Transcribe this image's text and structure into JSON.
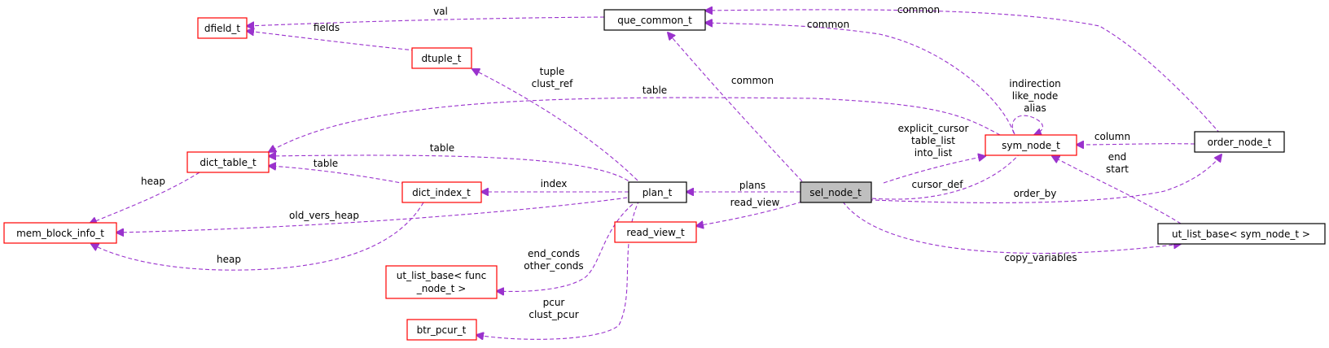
{
  "colors": {
    "edge": "#9a32cd",
    "incomplete_border": "#ff0000",
    "complete_border": "#000000",
    "focus_fill": "#bfbfbf"
  },
  "nodes": {
    "que_common_t": "que_common_t",
    "dfield_t": "dfield_t",
    "dtuple_t": "dtuple_t",
    "dict_table_t": "dict_table_t",
    "dict_index_t": "dict_index_t",
    "plan_t": "plan_t",
    "sel_node_t": "sel_node_t",
    "sym_node_t": "sym_node_t",
    "order_node_t": "order_node_t",
    "mem_block_info_t": "mem_block_info_t",
    "read_view_t": "read_view_t",
    "ut_list_base_sym": "ut_list_base< sym_node_t >",
    "ut_list_base_func_line1": "ut_list_base< func",
    "ut_list_base_func_line2": "_node_t >",
    "btr_pcur_t": "btr_pcur_t"
  },
  "edges": {
    "val": "val",
    "fields": "fields",
    "common_order": "common",
    "common_sym": "common",
    "common_sel": "common",
    "tuple": "tuple",
    "clust_ref": "clust_ref",
    "table_sym": "table",
    "table_plan": "table",
    "table_index": "table",
    "heap_table": "heap",
    "heap_index": "heap",
    "old_vers_heap": "old_vers_heap",
    "index": "index",
    "plans": "plans",
    "read_view": "read_view",
    "explicit_cursor": "explicit_cursor",
    "table_list": "table_list",
    "into_list": "into_list",
    "cursor_def": "cursor_def",
    "indirection": "indirection",
    "like_node": "like_node",
    "alias": "alias",
    "column": "column",
    "end": "end",
    "start": "start",
    "order_by": "order_by",
    "copy_variables": "copy_variables",
    "end_conds": "end_conds",
    "other_conds": "other_conds",
    "pcur": "pcur",
    "clust_pcur": "clust_pcur"
  }
}
